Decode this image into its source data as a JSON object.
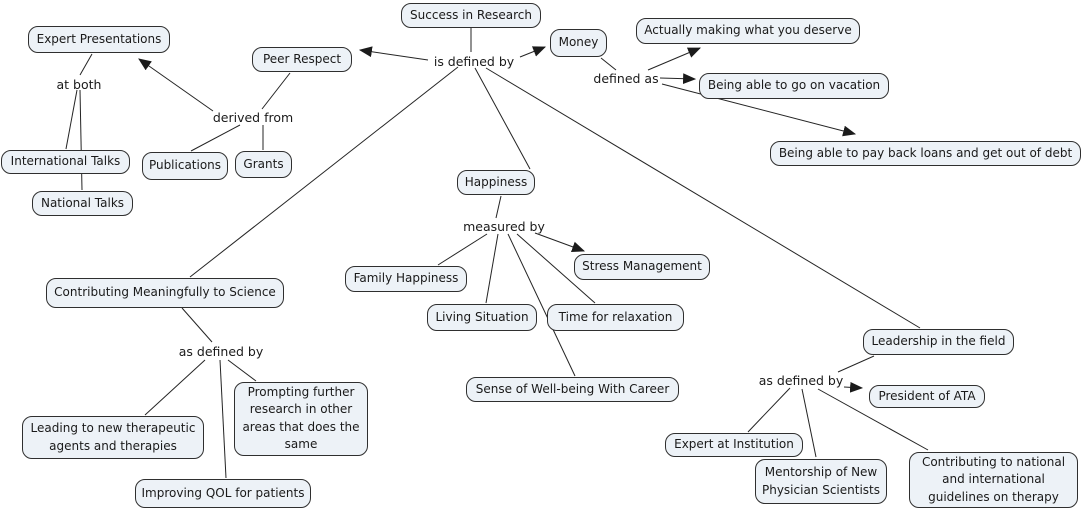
{
  "colors": {
    "background": "#ffffff",
    "node_fill": "#edf2f7",
    "node_border": "#2f2f2f",
    "link_line": "#242424",
    "text": "#1a1a1a"
  },
  "concept_map": {
    "nodes": [
      {
        "id": "success",
        "label": "Success in Research"
      },
      {
        "id": "expert_presentations",
        "label": "Expert Presentations"
      },
      {
        "id": "peer_respect",
        "label": "Peer Respect"
      },
      {
        "id": "money",
        "label": "Money"
      },
      {
        "id": "actually_making",
        "label": "Actually making what you deserve"
      },
      {
        "id": "vacation",
        "label": "Being able to go on vacation"
      },
      {
        "id": "payback",
        "label": "Being able to pay back loans and get out of debt"
      },
      {
        "id": "intl_talks",
        "label": "International Talks"
      },
      {
        "id": "natl_talks",
        "label": "National Talks"
      },
      {
        "id": "publications",
        "label": "Publications"
      },
      {
        "id": "grants",
        "label": "Grants"
      },
      {
        "id": "happiness",
        "label": "Happiness"
      },
      {
        "id": "family_happiness",
        "label": "Family Happiness"
      },
      {
        "id": "living_situation",
        "label": "Living Situation"
      },
      {
        "id": "stress_management",
        "label": "Stress Management"
      },
      {
        "id": "time_relaxation",
        "label": "Time for relaxation"
      },
      {
        "id": "wellbeing",
        "label": "Sense of Well-being With Career"
      },
      {
        "id": "contributing_science",
        "label": "Contributing Meaningfully to Science"
      },
      {
        "id": "leading_therapeutic",
        "label": "Leading to new therapeutic agents and therapies"
      },
      {
        "id": "prompting_research",
        "label": "Prompting further research in other areas that does the same"
      },
      {
        "id": "improving_qol",
        "label": "Improving QOL for patients"
      },
      {
        "id": "leadership",
        "label": "Leadership in the field"
      },
      {
        "id": "president_ata",
        "label": "President of ATA"
      },
      {
        "id": "expert_institution",
        "label": "Expert at Institution"
      },
      {
        "id": "mentorship",
        "label": "Mentorship of New Physician Scientists"
      },
      {
        "id": "guidelines",
        "label": "Contributing to national and international guidelines on therapy"
      }
    ],
    "linking_phrases": [
      {
        "id": "is_defined_by",
        "label": "is defined by"
      },
      {
        "id": "at_both",
        "label": "at both"
      },
      {
        "id": "derived_from",
        "label": "derived from"
      },
      {
        "id": "defined_as",
        "label": "defined as"
      },
      {
        "id": "measured_by",
        "label": "measured by"
      },
      {
        "id": "as_defined_by_science",
        "label": "as defined by"
      },
      {
        "id": "as_defined_by_leadership",
        "label": "as defined by"
      }
    ],
    "edges": [
      {
        "from": "success",
        "to": "is_defined_by",
        "arrow": false
      },
      {
        "from": "is_defined_by",
        "to": "peer_respect",
        "arrow": true
      },
      {
        "from": "is_defined_by",
        "to": "money",
        "arrow": true
      },
      {
        "from": "is_defined_by",
        "to": "contributing_science",
        "arrow": false
      },
      {
        "from": "is_defined_by",
        "to": "happiness",
        "arrow": false
      },
      {
        "from": "is_defined_by",
        "to": "leadership",
        "arrow": false
      },
      {
        "from": "expert_presentations",
        "to": "at_both",
        "arrow": false
      },
      {
        "from": "at_both",
        "to": "intl_talks",
        "arrow": false
      },
      {
        "from": "at_both",
        "to": "natl_talks",
        "arrow": false
      },
      {
        "from": "peer_respect",
        "to": "derived_from",
        "arrow": false
      },
      {
        "from": "derived_from",
        "to": "expert_presentations",
        "arrow": true
      },
      {
        "from": "derived_from",
        "to": "publications",
        "arrow": false
      },
      {
        "from": "derived_from",
        "to": "grants",
        "arrow": false
      },
      {
        "from": "money",
        "to": "defined_as",
        "arrow": false
      },
      {
        "from": "defined_as",
        "to": "actually_making",
        "arrow": true
      },
      {
        "from": "defined_as",
        "to": "vacation",
        "arrow": true
      },
      {
        "from": "defined_as",
        "to": "payback",
        "arrow": true
      },
      {
        "from": "happiness",
        "to": "measured_by",
        "arrow": false
      },
      {
        "from": "measured_by",
        "to": "family_happiness",
        "arrow": false
      },
      {
        "from": "measured_by",
        "to": "living_situation",
        "arrow": false
      },
      {
        "from": "measured_by",
        "to": "stress_management",
        "arrow": true
      },
      {
        "from": "measured_by",
        "to": "time_relaxation",
        "arrow": false
      },
      {
        "from": "measured_by",
        "to": "wellbeing",
        "arrow": false
      },
      {
        "from": "contributing_science",
        "to": "as_defined_by_science",
        "arrow": false
      },
      {
        "from": "as_defined_by_science",
        "to": "leading_therapeutic",
        "arrow": false
      },
      {
        "from": "as_defined_by_science",
        "to": "improving_qol",
        "arrow": false
      },
      {
        "from": "as_defined_by_science",
        "to": "prompting_research",
        "arrow": false
      },
      {
        "from": "leadership",
        "to": "as_defined_by_leadership",
        "arrow": false
      },
      {
        "from": "as_defined_by_leadership",
        "to": "president_ata",
        "arrow": true
      },
      {
        "from": "as_defined_by_leadership",
        "to": "expert_institution",
        "arrow": false
      },
      {
        "from": "as_defined_by_leadership",
        "to": "mentorship",
        "arrow": false
      },
      {
        "from": "as_defined_by_leadership",
        "to": "guidelines",
        "arrow": false
      }
    ]
  }
}
